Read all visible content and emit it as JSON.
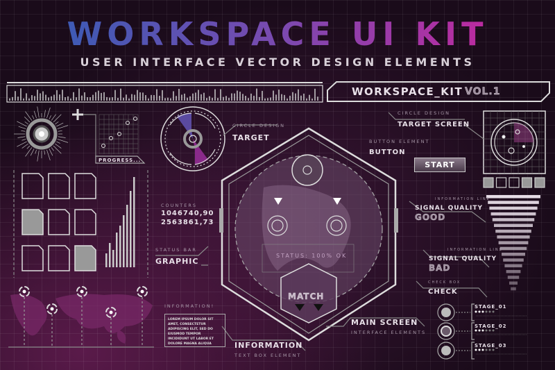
{
  "header": {
    "title": "WORKSPACE UI KIT",
    "subtitle": "USER INTERFACE VECTOR DESIGN ELEMENTS"
  },
  "banner": {
    "name": "WORKSPACE_KIT",
    "version": "VOL.1"
  },
  "progress": {
    "label": "PROGRESS..."
  },
  "target": {
    "caption": "CIRCLE DESIGN",
    "label": "TARGET"
  },
  "counters": {
    "caption": "COUNTERS",
    "value1": "1046740,90",
    "value2": "2563861,73"
  },
  "status_bar": {
    "caption": "STATUS BAR",
    "label": "GRAPHIC"
  },
  "main": {
    "status": "STATUS: 100% OK",
    "match": "MATCH",
    "label": "MAIN SCREEN",
    "caption": "INTERFACE ELEMENTS"
  },
  "information": {
    "box_title": "INFORMATION!",
    "box_text": "LOREM IPSUM DOLOR SIT AMET, CONSECTETUR ADIPISCING ELIT, SED DO EIUSMOD TEMPOR INCIDIDUNT UT LABOR ET DOLORE MAGNA ALIQUA",
    "label": "INFORMATION",
    "caption": "TEXT BOX ELEMENT"
  },
  "target_screen": {
    "caption": "CIRCLE DESIGN",
    "label": "TARGET SCREEN"
  },
  "button": {
    "caption": "BUTTON ELEMENT",
    "label": "BUTTON",
    "start": "START"
  },
  "signal_good": {
    "caption": "INFORMATION LINE",
    "label": "SIGNAL QUALITY",
    "value": "GOOD"
  },
  "signal_bad": {
    "caption": "INFORMATION LINE",
    "label": "SIGNAL QUALITY",
    "value": "BAD"
  },
  "check": {
    "caption": "CHECK BOX",
    "label": "CHECK"
  },
  "stages": [
    {
      "label": "STAGE_01"
    },
    {
      "label": "STAGE_02"
    },
    {
      "label": "STAGE_03"
    }
  ],
  "colors": {
    "title_start": "#2b5fb5",
    "title_end": "#d0209a",
    "background": "#1a0b1a",
    "accent_purple": "#5a4aa0",
    "accent_magenta": "#8a2a8a"
  }
}
